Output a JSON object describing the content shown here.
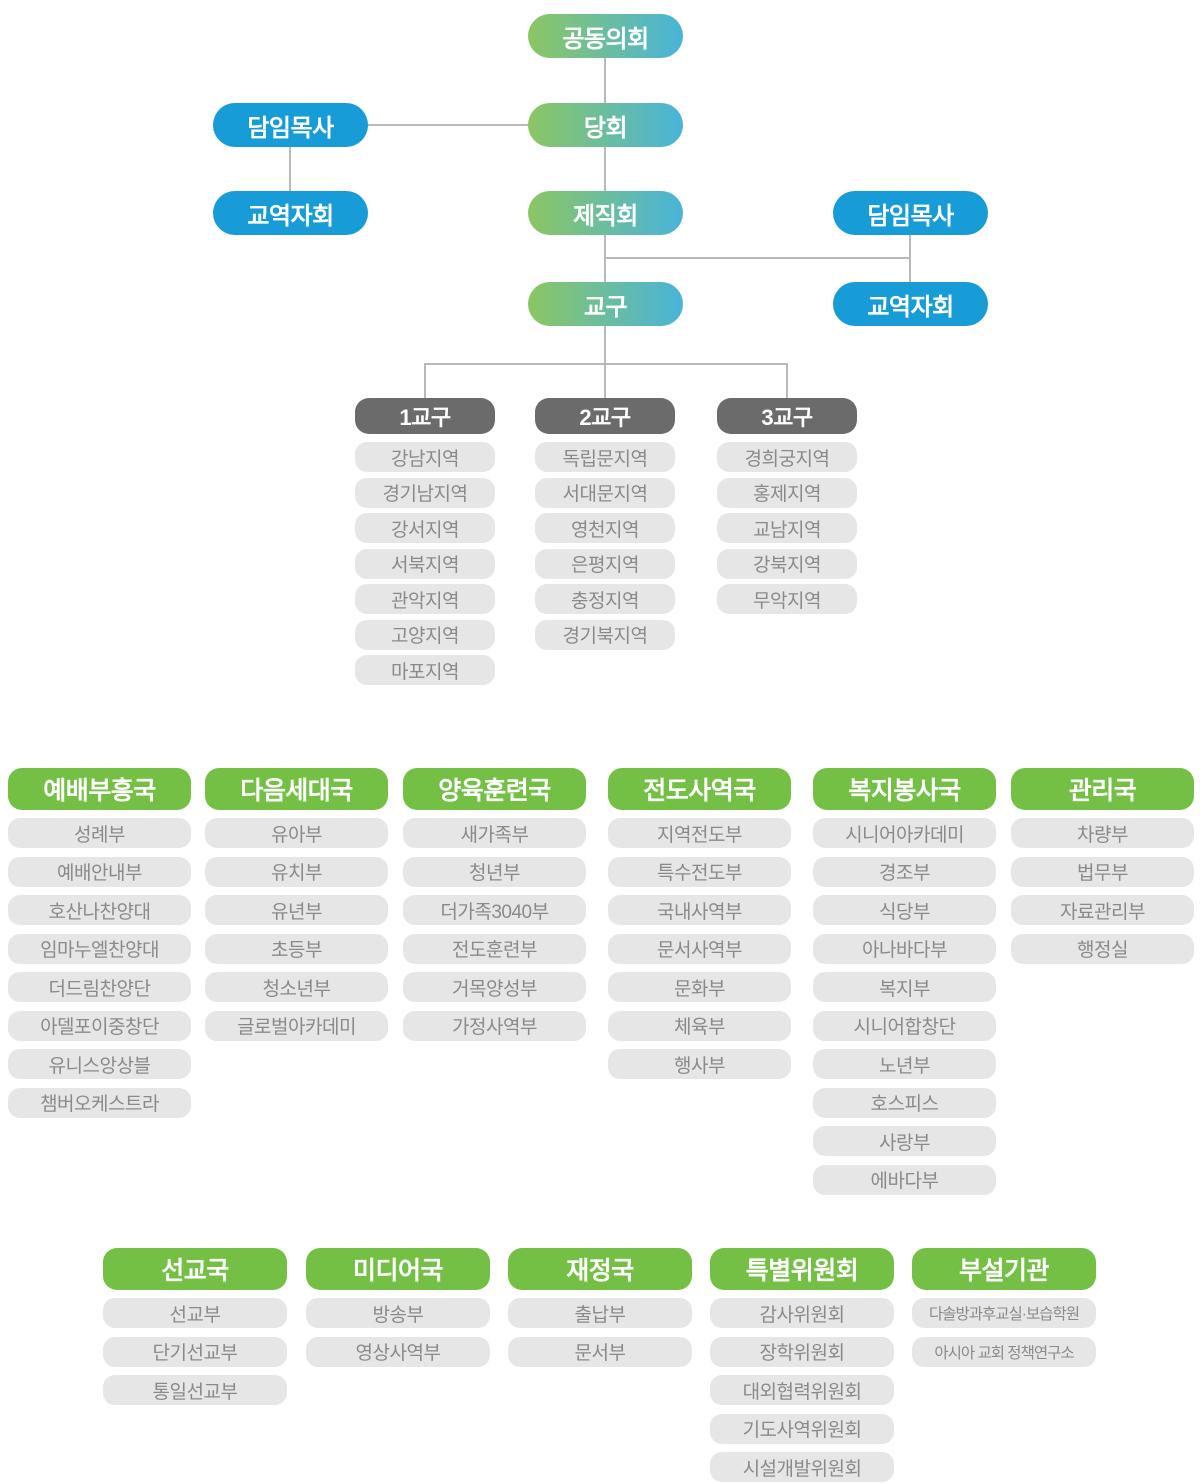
{
  "colors": {
    "gradient_start": "#8cc663",
    "gradient_end": "#49b4da",
    "solid_blue": "#189cd8",
    "dark_gray": "#6b6b6b",
    "green": "#73c044",
    "item_bg": "#e6e6e6",
    "item_text": "#8a8a8a",
    "line": "#b9b9b9"
  },
  "tree": {
    "nodes": {
      "joint_assembly": "공동의회",
      "session": "당회",
      "senior_pastor_left": "담임목사",
      "ministers_council_left": "교역자회",
      "official_board": "제직회",
      "senior_pastor_right": "담임목사",
      "ministers_council_right": "교역자회",
      "parish": "교구"
    },
    "districts": [
      {
        "title": "1교구",
        "items": [
          "강남지역",
          "경기남지역",
          "강서지역",
          "서북지역",
          "관악지역",
          "고양지역",
          "마포지역"
        ]
      },
      {
        "title": "2교구",
        "items": [
          "독립문지역",
          "서대문지역",
          "영천지역",
          "은평지역",
          "충정지역",
          "경기북지역"
        ]
      },
      {
        "title": "3교구",
        "items": [
          "경희궁지역",
          "홍제지역",
          "교남지역",
          "강북지역",
          "무악지역"
        ]
      }
    ]
  },
  "bureaus_row1": [
    {
      "title": "예배부흥국",
      "items": [
        "성례부",
        "예배안내부",
        "호산나찬양대",
        "임마누엘찬양대",
        "더드림찬양단",
        "아델포이중창단",
        "유니스앙상블",
        "챔버오케스트라"
      ]
    },
    {
      "title": "다음세대국",
      "items": [
        "유아부",
        "유치부",
        "유년부",
        "초등부",
        "청소년부",
        "글로벌아카데미"
      ]
    },
    {
      "title": "양육훈련국",
      "items": [
        "새가족부",
        "청년부",
        "더가족3040부",
        "전도훈련부",
        "거목양성부",
        "가정사역부"
      ]
    },
    {
      "title": "전도사역국",
      "items": [
        "지역전도부",
        "특수전도부",
        "국내사역부",
        "문서사역부",
        "문화부",
        "체육부",
        "행사부"
      ]
    },
    {
      "title": "복지봉사국",
      "items": [
        "시니어아카데미",
        "경조부",
        "식당부",
        "아나바다부",
        "복지부",
        "시니어합창단",
        "노년부",
        "호스피스",
        "사랑부",
        "에바다부"
      ]
    },
    {
      "title": "관리국",
      "items": [
        "차량부",
        "법무부",
        "자료관리부",
        "행정실"
      ]
    }
  ],
  "bureaus_row2": [
    {
      "title": "선교국",
      "items": [
        "선교부",
        "단기선교부",
        "통일선교부"
      ]
    },
    {
      "title": "미디어국",
      "items": [
        "방송부",
        "영상사역부"
      ]
    },
    {
      "title": "재정국",
      "items": [
        "출납부",
        "문서부"
      ]
    },
    {
      "title": "특별위원회",
      "items": [
        "감사위원회",
        "장학위원회",
        "대외협력위원회",
        "기도사역위원회",
        "시설개발위원회"
      ]
    },
    {
      "title": "부설기관",
      "items": [
        "다솔방과후교실·보습학원",
        "아시아 교회 정책연구소"
      ]
    }
  ]
}
